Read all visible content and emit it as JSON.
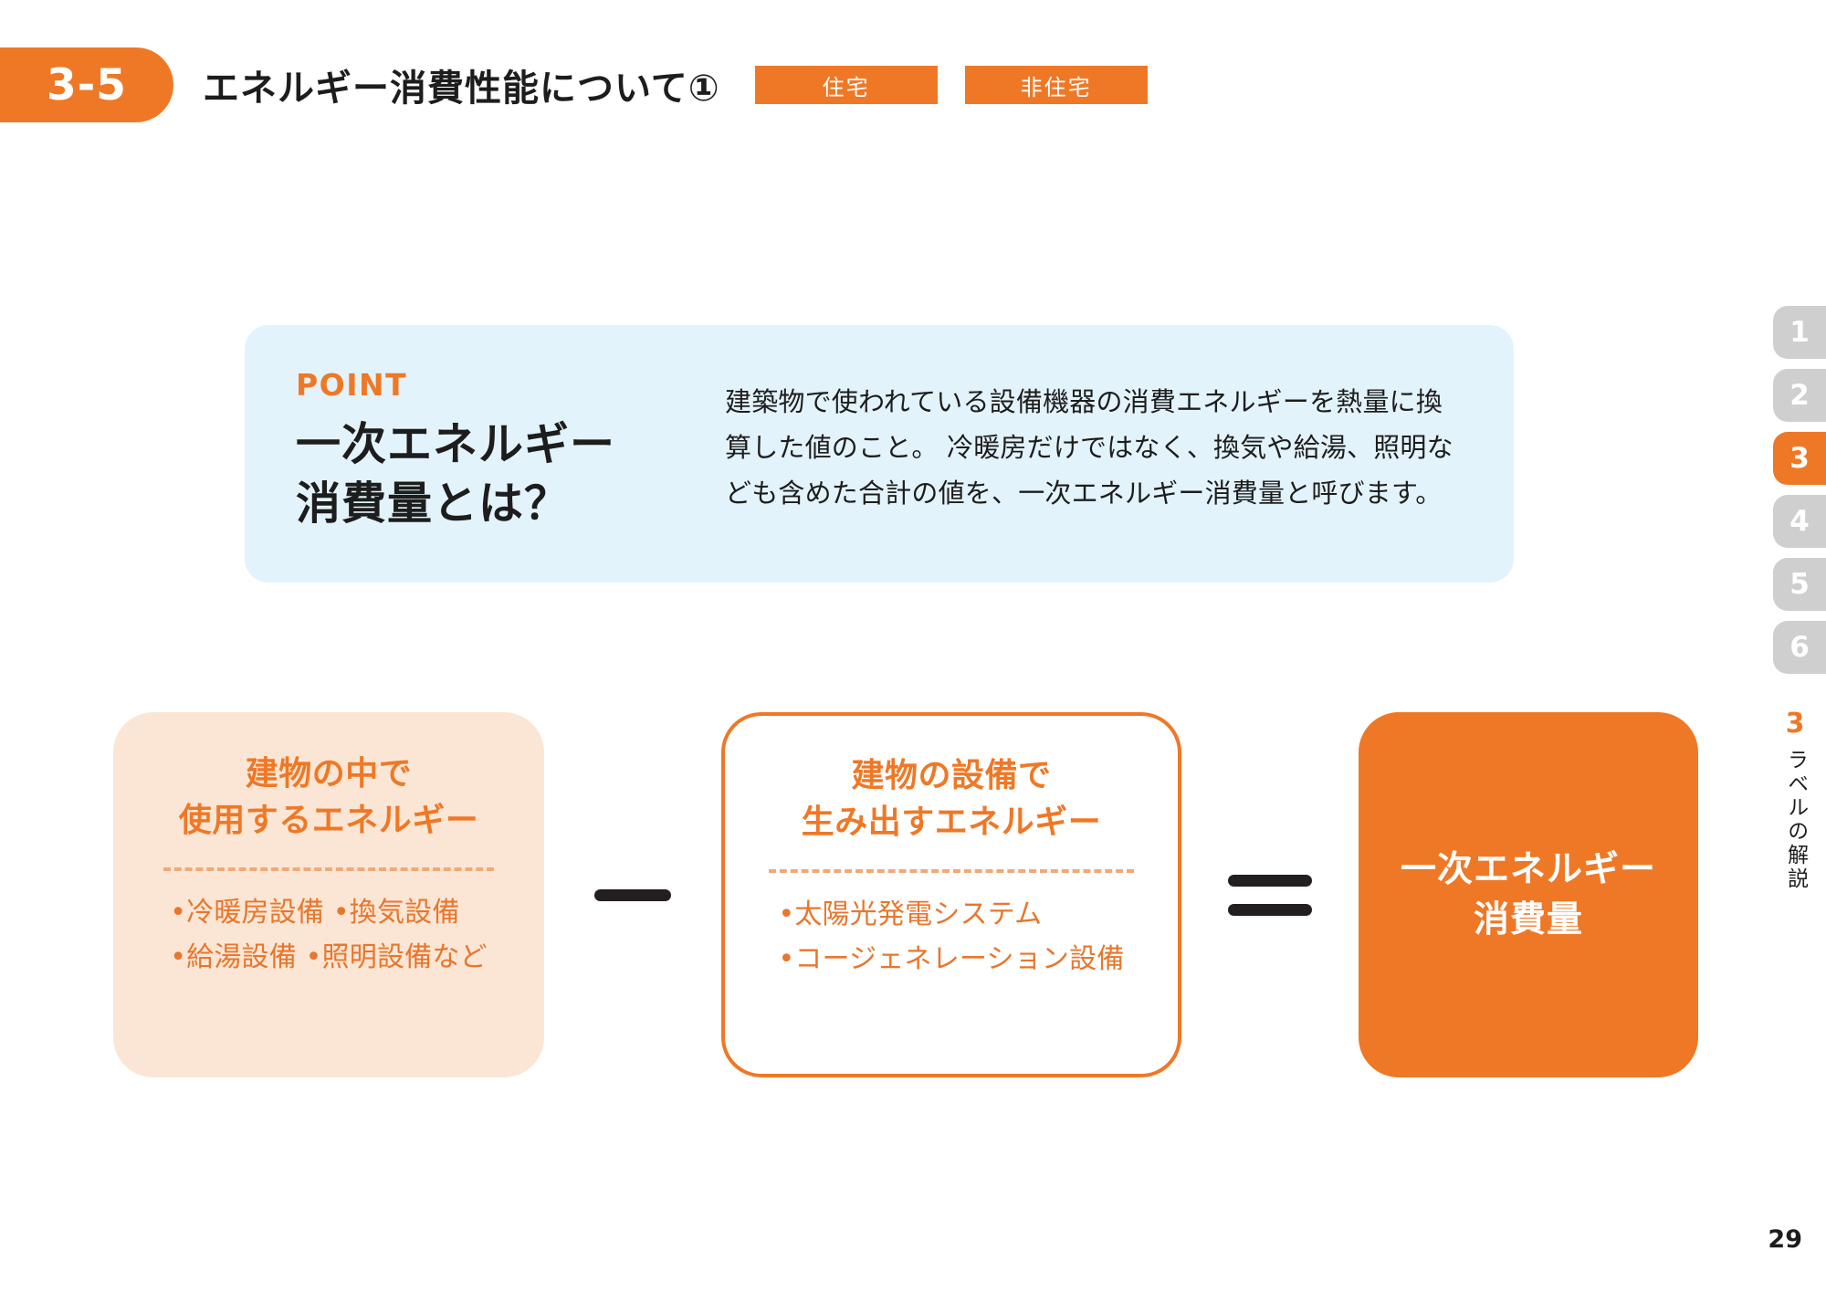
{
  "header": {
    "section_number": "3-5",
    "title": "エネルギー消費性能について①",
    "badges": [
      {
        "label": "住宅"
      },
      {
        "label": "非住宅"
      }
    ]
  },
  "point_box": {
    "kicker": "POINT",
    "heading": "一次エネルギー\n消費量とは？",
    "body": "建築物で使われている設備機器の消費エネルギーを熱量に換算した値のこと。 冷暖房だけではなく、換気や給湯、照明なども含めた合計の値を、一次エネルギー消費量と呼びます。"
  },
  "formula": {
    "left_card": {
      "title": "建物の中で\n使用するエネルギー",
      "items": [
        "•冷暖房設備 •換気設備",
        "•給湯設備 •照明設備など"
      ]
    },
    "operator_minus": "minus-sign",
    "mid_card": {
      "title": "建物の設備で\n生み出すエネルギー",
      "items": [
        "•太陽光発電システム",
        "•コージェネレーション設備"
      ]
    },
    "operator_equals": "equals-sign",
    "right_card": {
      "label": "一次エネルギー\n消費量"
    }
  },
  "side_tabs": {
    "items": [
      {
        "label": "1",
        "active": false
      },
      {
        "label": "2",
        "active": false
      },
      {
        "label": "3",
        "active": true
      },
      {
        "label": "4",
        "active": false
      },
      {
        "label": "5",
        "active": false
      },
      {
        "label": "6",
        "active": false
      }
    ],
    "chapter_number": "3",
    "chapter_label": "ラベルの解説"
  },
  "page_number": "29",
  "colors": {
    "accent_orange": "#ef7826",
    "point_box_blue": "#e3f3fb",
    "left_card_peach": "#fbe6d5",
    "tab_gray": "#cfcfcf",
    "text_dark": "#1d1d1d"
  }
}
